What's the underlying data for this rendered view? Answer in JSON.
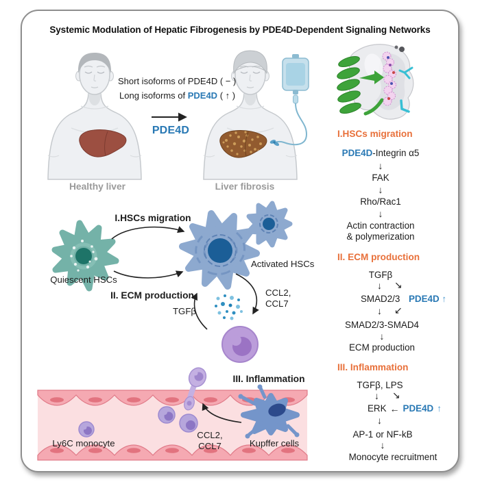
{
  "colors": {
    "pde4d_blue": "#2878b4",
    "pde4d_arrow_blue": "#4f9bd0",
    "heading_orange": "#e8703a",
    "muted_gray": "#9a9a9a"
  },
  "icons": {
    "down_arrow": "↓",
    "up_arrow": "↑",
    "left_arrow": "←",
    "down_right_arrow": "↘",
    "down_left_arrow": "↙"
  },
  "title": "Systemic Modulation of Hepatic Fibrogenesis by PDE4D-Dependent Signaling Networks",
  "liver_panel": {
    "short_isoform_text": "Short isoforms of PDE4D ( − )",
    "long_isoform_prefix": "Long isoforms of ",
    "long_isoform_gene": "PDE4D",
    "long_isoform_suffix": " ( ↑ )",
    "transition_gene_label": "PDE4D",
    "healthy_caption": "Healthy liver",
    "fibrosis_caption": "Liver fibrosis"
  },
  "cell_panel": {
    "migration_label": "I.HSCs migration",
    "quiescent_caption": "Quiescent HSCs",
    "activated_caption": "Activated HSCs",
    "ecm_label": "II. ECM production",
    "tgfb_label": "TGFβ",
    "ccl_line1": "CCL2,",
    "ccl_line2": "CCL7",
    "inflammation_label": "III. Inflammation"
  },
  "vessel_panel": {
    "ly6c_caption": "Ly6C monocyte",
    "ccl_line1": "CCL2,",
    "ccl_line2": "CCL7",
    "kupffer_caption": "Kupffer cells"
  },
  "pathways": {
    "migration": {
      "heading": "I.HSCs migration",
      "step1_gene": "PDE4D",
      "step1_rest": "-Integrin α5",
      "step2": "FAK",
      "step3": "Rho/Rac1",
      "step4_line1": "Actin contraction",
      "step4_line2": "& polymerization"
    },
    "ecm": {
      "heading": "II. ECM production",
      "step1": "TGFβ",
      "step2": "SMAD2/3",
      "step2_gene": "PDE4D",
      "step3": "SMAD2/3-SMAD4",
      "step4": "ECM production"
    },
    "inflammation": {
      "heading": "III. Inflammation",
      "step1": "TGFβ, LPS",
      "step2": "ERK",
      "step2_gene": "PDE4D",
      "step3": "AP-1 or NF-kB",
      "step4": "Monocyte recruitment"
    }
  }
}
